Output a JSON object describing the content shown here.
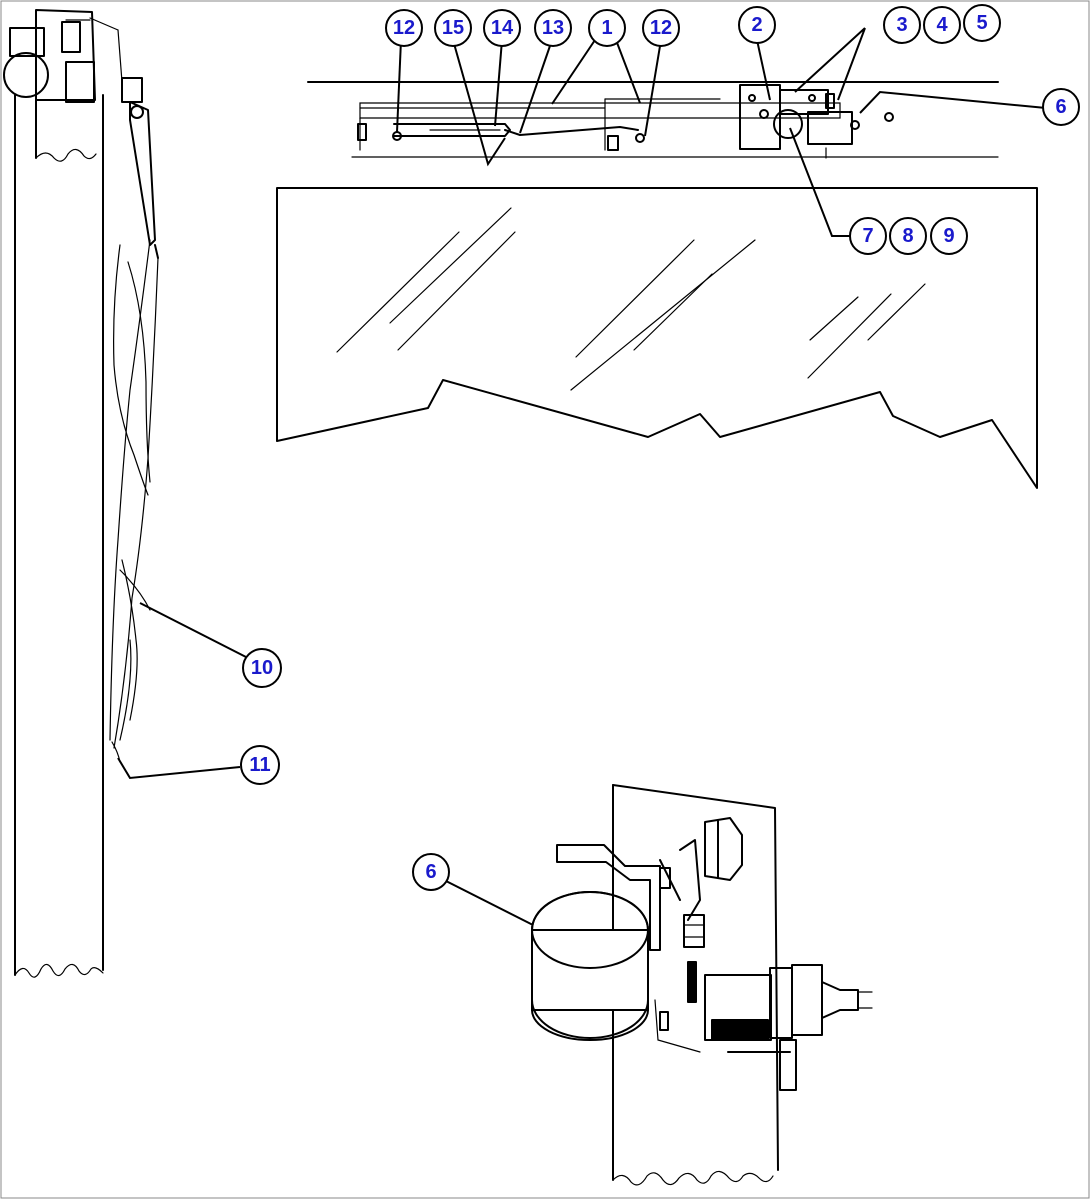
{
  "callouts": {
    "c12a": "12",
    "c15": "15",
    "c14": "14",
    "c13": "13",
    "c1": "1",
    "c12b": "12",
    "c2": "2",
    "c3": "3",
    "c4": "4",
    "c5": "5",
    "c6a": "6",
    "c7": "7",
    "c8": "8",
    "c9": "9",
    "c10": "10",
    "c11": "11",
    "c6b": "6"
  }
}
